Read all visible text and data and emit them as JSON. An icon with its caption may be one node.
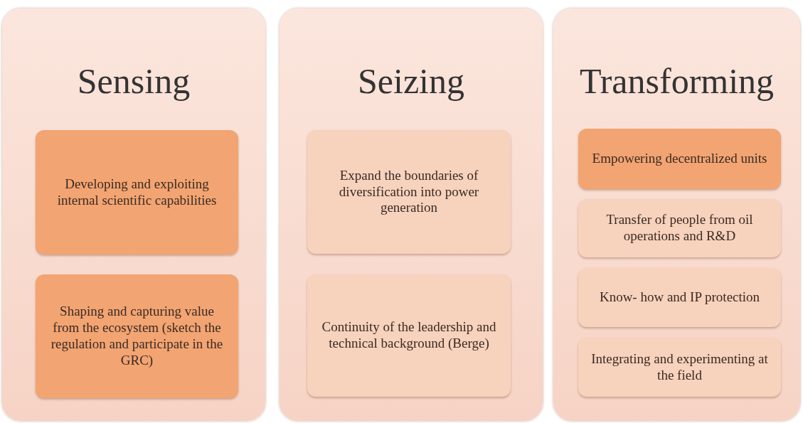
{
  "diagram": {
    "nodes": [
      {
        "text": [
          "Sensing"
        ]
      },
      {
        "text": [
          "Developing and exploiting internal scientific capabilities"
        ],
        "in": 0
      },
      {
        "text": [
          "Shaping and capturing value from the ecosystem (sketch the regulation and participate in the GRC)"
        ],
        "in": 0
      },
      {
        "text": [
          "Seizing"
        ]
      },
      {
        "text": [
          "Expand the boundaries of diversification into power generation"
        ],
        "in": 3
      },
      {
        "text": [
          "Continuity of the leadership and technical background (Berge)"
        ],
        "in": 3
      },
      {
        "text": [
          "Transforming"
        ]
      },
      {
        "text": [
          "Empowering decentralized units"
        ],
        "in": 6
      },
      {
        "text": [
          "Transfer of people from oil operations and R&D"
        ],
        "in": 6
      },
      {
        "text": [
          "Know- how and IP protection"
        ],
        "in": 6
      },
      {
        "text": [
          "Integrating and experimenting at the field"
        ],
        "in": 6
      }
    ]
  }
}
